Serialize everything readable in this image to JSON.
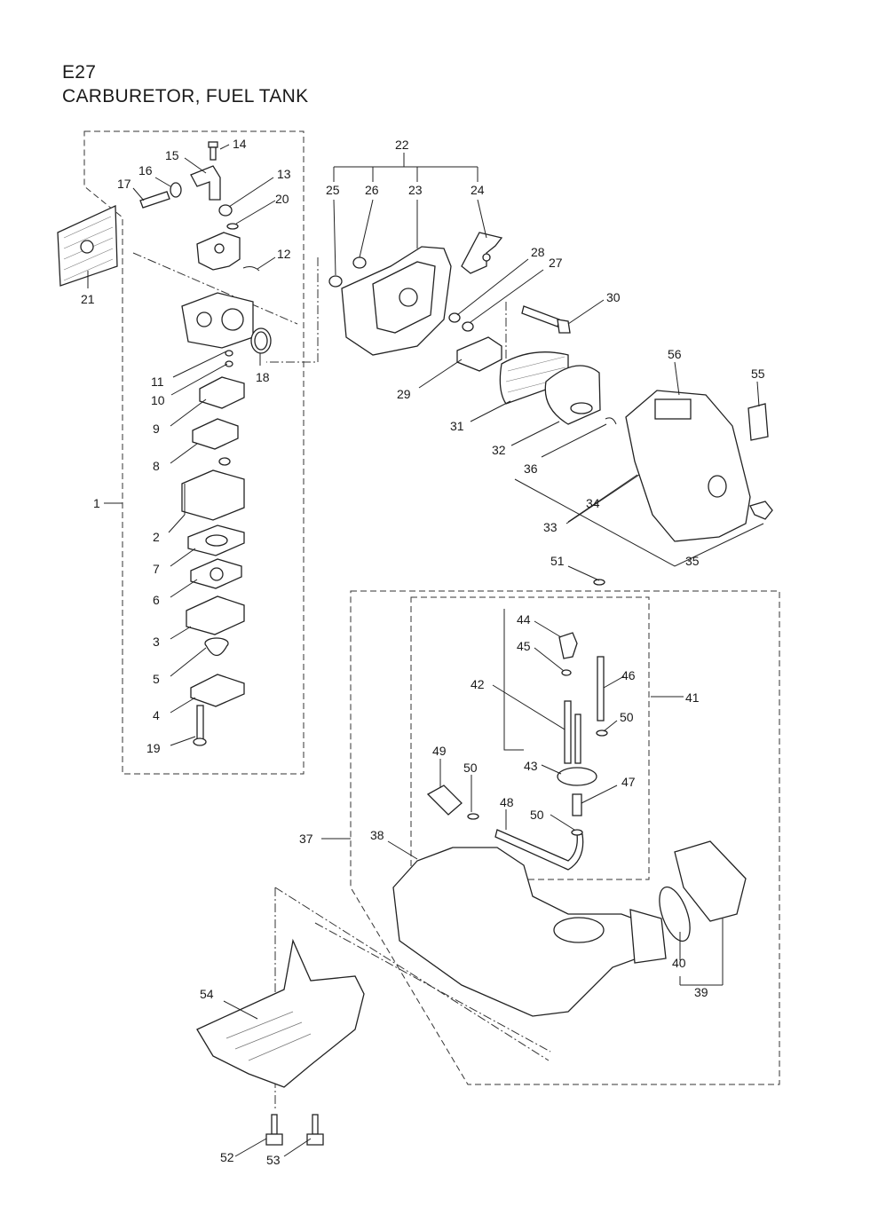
{
  "header": {
    "code": "E27",
    "title": "CARBURETOR,  FUEL TANK"
  },
  "callouts": [
    "1",
    "2",
    "3",
    "4",
    "5",
    "6",
    "7",
    "8",
    "9",
    "10",
    "11",
    "12",
    "13",
    "14",
    "15",
    "16",
    "17",
    "18",
    "19",
    "20",
    "21",
    "22",
    "23",
    "24",
    "25",
    "26",
    "27",
    "28",
    "29",
    "30",
    "31",
    "32",
    "33",
    "34",
    "35",
    "36",
    "37",
    "38",
    "39",
    "40",
    "41",
    "42",
    "43",
    "44",
    "45",
    "46",
    "47",
    "48",
    "49",
    "50",
    "51",
    "52",
    "53",
    "54",
    "55",
    "56"
  ],
  "labels": {
    "l1": "1",
    "l2": "2",
    "l3": "3",
    "l4": "4",
    "l5": "5",
    "l6": "6",
    "l7": "7",
    "l8": "8",
    "l9": "9",
    "l10": "10",
    "l11": "11",
    "l12": "12",
    "l13": "13",
    "l14": "14",
    "l15": "15",
    "l16": "16",
    "l17": "17",
    "l18": "18",
    "l19": "19",
    "l20": "20",
    "l21": "21",
    "l22": "22",
    "l23": "23",
    "l24": "24",
    "l25": "25",
    "l26": "26",
    "l27": "27",
    "l28": "28",
    "l29": "29",
    "l30": "30",
    "l31": "31",
    "l32": "32",
    "l33": "33",
    "l34": "34",
    "l35": "35",
    "l36": "36",
    "l37": "37",
    "l38": "38",
    "l39": "39",
    "l40": "40",
    "l41": "41",
    "l42": "42",
    "l43": "43",
    "l44": "44",
    "l45": "45",
    "l46": "46",
    "l47": "47",
    "l48": "48",
    "l49": "49",
    "l50a": "50",
    "l50b": "50",
    "l50c": "50",
    "l51": "51",
    "l52": "52",
    "l53": "53",
    "l54": "54",
    "l55": "55",
    "l56": "56"
  }
}
